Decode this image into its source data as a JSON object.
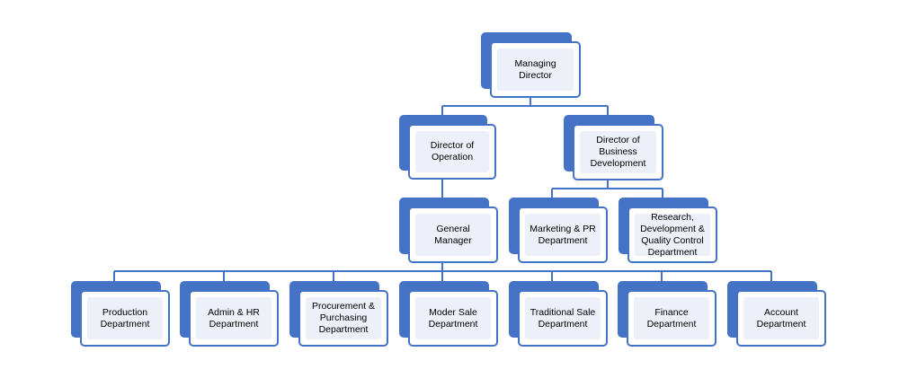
{
  "org_chart": {
    "managing_director": "Managing Director",
    "director_operation": "Director of Operation",
    "director_business": "Director of Business Development",
    "general_manager": "General Manager",
    "marketing_pr": "Marketing & PR Department",
    "research_qc": "Research, Development & Quality Control Department",
    "production": "Production Department",
    "admin_hr": "Admin & HR Department",
    "procurement": "Procurement & Purchasing Department",
    "moder_sale": "Moder Sale Department",
    "traditional_sale": "Traditional Sale Department",
    "finance": "Finance Department",
    "account": "Account Department"
  },
  "colors": {
    "accent": "#4472c4",
    "label_fill": "#edf0f8"
  }
}
